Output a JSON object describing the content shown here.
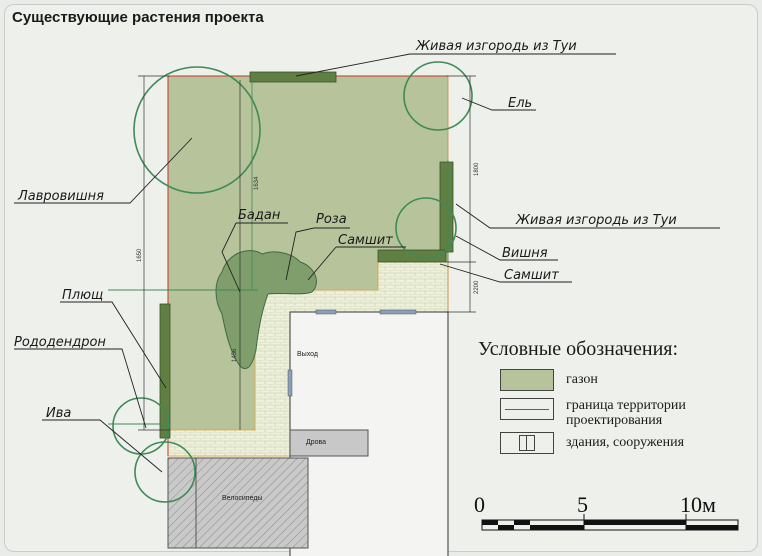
{
  "title": "Существующие растения проекта",
  "labels": {
    "hedge_top": "Живая изгородь из Туи",
    "el": "Ель",
    "lavrovishnya": "Лавровишня",
    "badan": "Бадан",
    "roza": "Роза",
    "samshit_1": "Самшит",
    "hedge_right": "Живая изгородь из Туи",
    "vishnya": "Вишня",
    "samshit_2": "Самшит",
    "plyushch": "Плющ",
    "rododendron": "Рододендрон",
    "iva": "Ива"
  },
  "buildings": {
    "exit": "Выход",
    "firewood": "Дрова",
    "bicycles": "Велосипеды"
  },
  "dimensions": {
    "d1": "1634",
    "d2": "1650",
    "d3": "1800",
    "d4": "2200",
    "d5": "1456"
  },
  "legend": {
    "title": "Условные обозначения:",
    "items": [
      {
        "label": "газон",
        "type": "lawn"
      },
      {
        "label": "граница территории проектирования",
        "type": "boundary"
      },
      {
        "label": "здания, сооружения",
        "type": "building"
      }
    ]
  },
  "scale": {
    "marks": [
      "0",
      "5",
      "10м"
    ]
  },
  "colors": {
    "lawn": "#b7c49b",
    "hedge": "#5f7f43",
    "circle": "#3f8a56",
    "boundary": "#c0392b",
    "paving": "#eef0d8",
    "building_fill": "#c8c8c8"
  }
}
